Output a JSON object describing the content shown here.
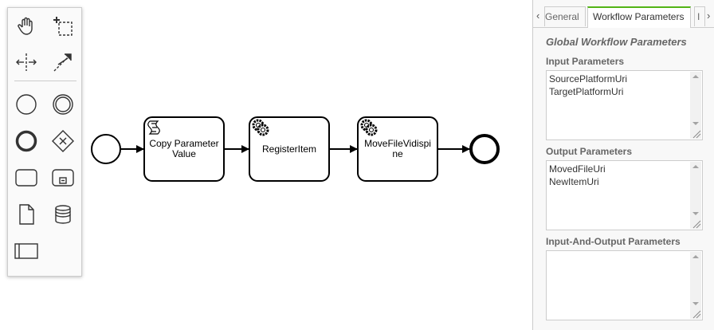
{
  "palette": {
    "tools": [
      {
        "name": "hand-tool-icon"
      },
      {
        "name": "lasso-tool-icon"
      },
      {
        "name": "space-tool-icon"
      },
      {
        "name": "connect-tool-icon"
      },
      {
        "name": "start-event-icon"
      },
      {
        "name": "intermediate-event-icon"
      },
      {
        "name": "end-event-icon"
      },
      {
        "name": "gateway-icon"
      },
      {
        "name": "task-icon"
      },
      {
        "name": "subprocess-icon"
      },
      {
        "name": "data-object-icon"
      },
      {
        "name": "data-store-icon"
      },
      {
        "name": "participant-icon"
      }
    ]
  },
  "diagram": {
    "tasks": [
      {
        "label_line1": "Copy Parameter",
        "label_line2": "Value",
        "icon": "script-icon"
      },
      {
        "label_line1": "RegisterItem",
        "label_line2": "",
        "icon": "gear-icon"
      },
      {
        "label_line1": "MoveFileVidispi",
        "label_line2": "ne",
        "icon": "gear-icon"
      }
    ]
  },
  "panel": {
    "tabs": {
      "general": "General",
      "workflow_parameters": "Workflow Parameters",
      "next": "I"
    },
    "title": "Global Workflow Parameters",
    "input": {
      "label": "Input Parameters",
      "lines": [
        "SourcePlatformUri",
        "TargetPlatformUri"
      ]
    },
    "output": {
      "label": "Output Parameters",
      "lines": [
        "MovedFileUri",
        "NewItemUri"
      ]
    },
    "inout": {
      "label": "Input-And-Output Parameters",
      "lines": []
    }
  }
}
